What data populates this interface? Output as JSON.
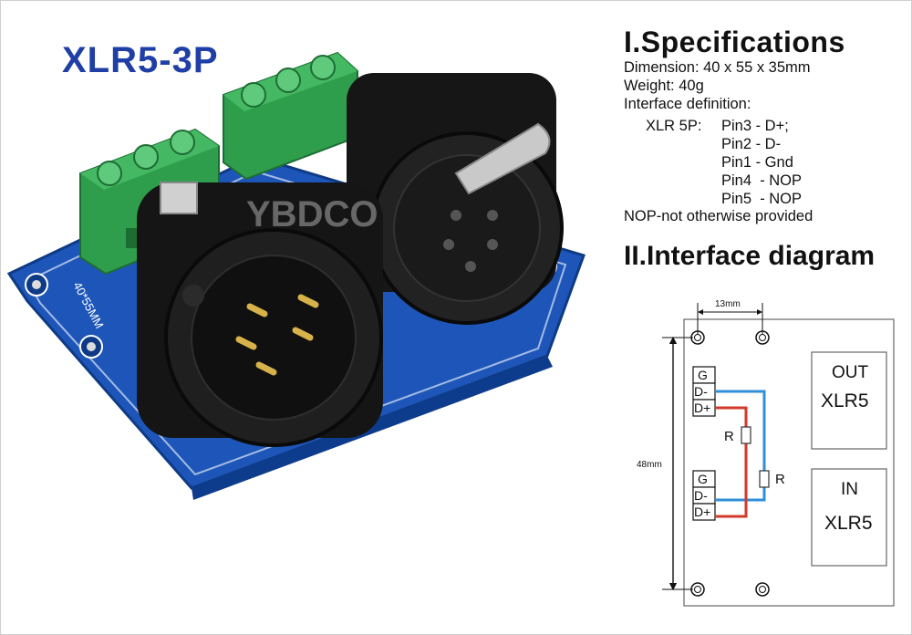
{
  "product": {
    "title": "XLR5-3P",
    "watermark": "YBDCO",
    "board_marking": "40*55MM"
  },
  "specifications": {
    "heading": "I.Specifications",
    "dimension": "Dimension: 40 x 55 x 35mm",
    "weight": "Weight: 40g",
    "interface_definition": "Interface definition:",
    "pin_group_label": "XLR 5P:",
    "pins": [
      "Pin3 - D+;",
      "Pin2 - D-",
      "Pin1 - Gnd",
      "Pin4  - NOP",
      "Pin5  - NOP"
    ],
    "note": "NOP-not otherwise provided"
  },
  "interface_diagram": {
    "heading": "II.Interface diagram",
    "width_dim": "13mm",
    "height_dim": "48mm",
    "terminal_labels": [
      "G",
      "D-",
      "D+"
    ],
    "resistor_label": "R",
    "out_box": {
      "line1": "OUT",
      "line2": "XLR5"
    },
    "in_box": {
      "line1": "IN",
      "line2": "XLR5"
    },
    "colors": {
      "d_minus_wire": "#2f8fd8",
      "d_plus_wire": "#d23a2a"
    }
  }
}
